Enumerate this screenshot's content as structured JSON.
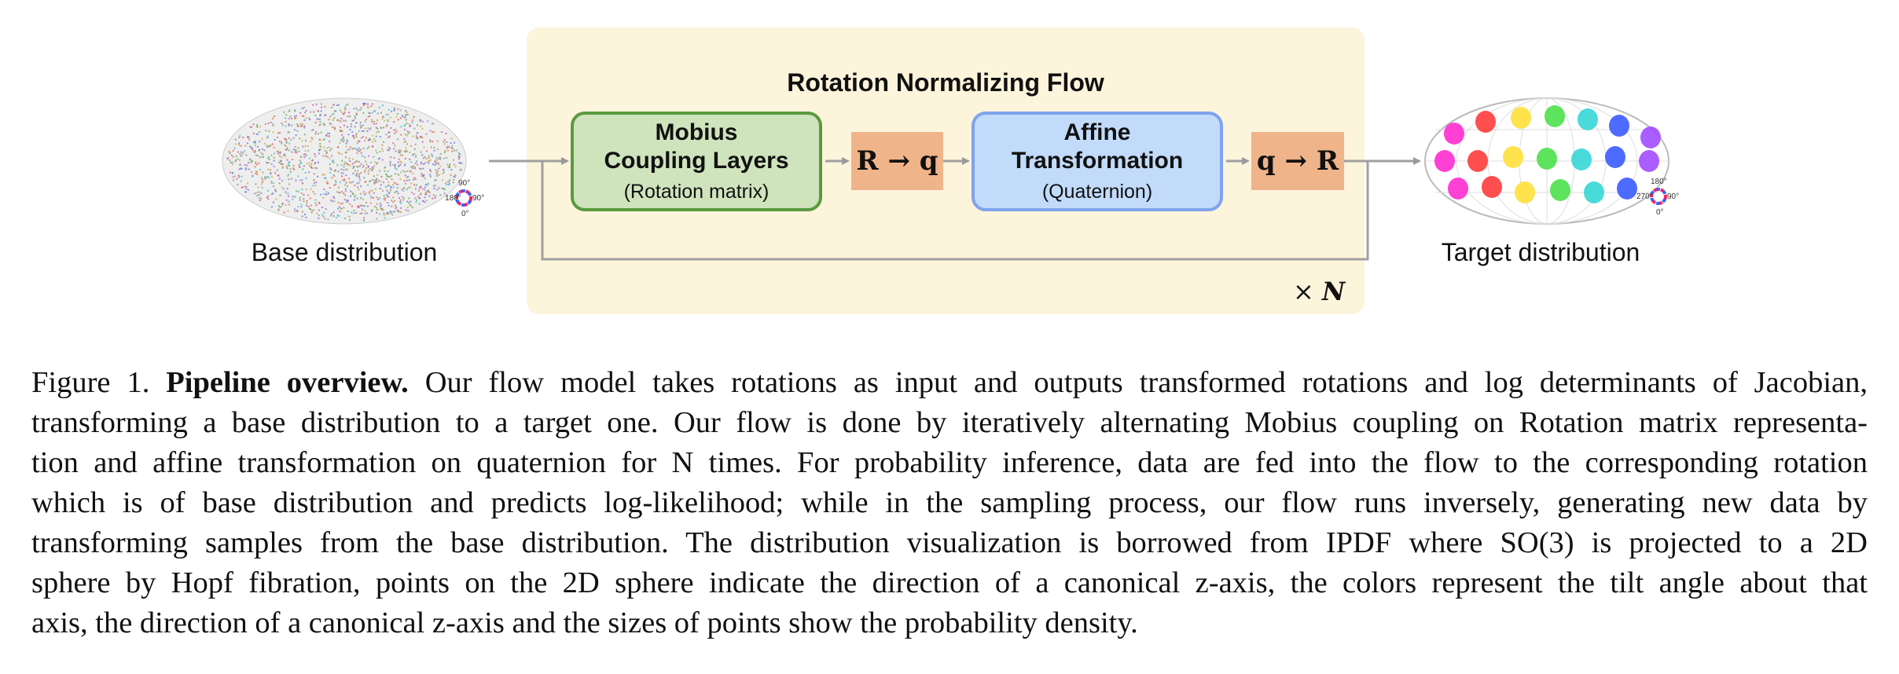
{
  "figure": {
    "panel_title": "Rotation Normalizing Flow",
    "mobius": {
      "main_line1": "Mobius",
      "main_line2": "Coupling Layers",
      "sub": "(Rotation matrix)"
    },
    "r_to_q": "R → q",
    "affine": {
      "main_line1": "Affine",
      "main_line2": "Transformation",
      "sub": "(Quaternion)"
    },
    "q_to_r": "q → R",
    "repeat_symbol": "×",
    "repeat_var": "N",
    "base_label": "Base distribution",
    "target_label": "Target distribution",
    "mini_legend": {
      "top": "90°",
      "left": "180°",
      "right": "90°",
      "bottom": "0°"
    },
    "target_legend": {
      "top": "180°",
      "left": "270°",
      "right": "90°",
      "bottom": "0°"
    }
  },
  "caption": {
    "label": "Figure 1.",
    "title": "Pipeline overview.",
    "lines": [
      "Our flow model takes rotations as input and outputs transformed rotations and log determinants of Jacobian,",
      "transforming a base distribution to a target one. Our flow is done by iteratively alternating Mobius coupling on Rotation matrix representa-",
      "tion and affine transformation on quaternion for N times. For probability inference, data are fed into the flow to the corresponding rotation",
      "which is of base distribution and predicts log-likelihood; while in the sampling process, our flow runs inversely, generating new data by",
      "transforming samples from the base distribution. The distribution visualization is borrowed from IPDF where SO(3) is projected to a 2D",
      "sphere by Hopf fibration, points on the 2D sphere indicate the direction of a canonical z-axis, the colors represent the tilt angle about that",
      "axis, the direction of a canonical z-axis and the sizes of points show the probability density."
    ]
  }
}
